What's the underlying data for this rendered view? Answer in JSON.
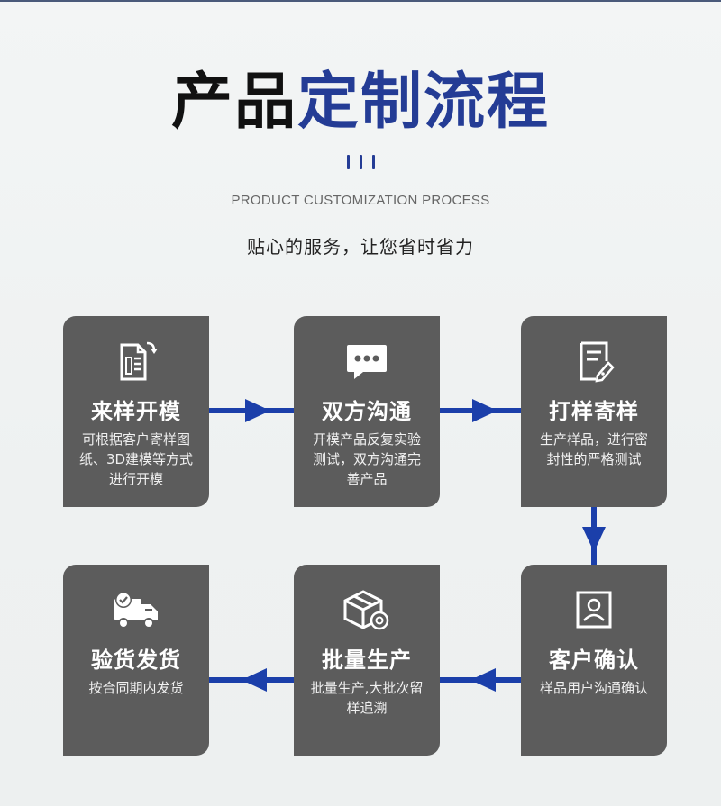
{
  "header": {
    "title_part1": "产品",
    "title_part2": "定制流程",
    "subtitle_en": "PRODUCT CUSTOMIZATION PROCESS",
    "subtitle_cn": "贴心的服务，让您省时省力"
  },
  "colors": {
    "card_bg": "#5c5c5c",
    "accent_blue": "#1b3faa",
    "title_blue": "#243c95"
  },
  "steps": [
    {
      "icon": "document-icon",
      "name": "来样开模",
      "desc": "可根据客户寄样图纸、3D建模等方式进行开模"
    },
    {
      "icon": "chat-bubble-icon",
      "name": "双方沟通",
      "desc": "开模产品反复实验测试，双方沟通完善产品"
    },
    {
      "icon": "edit-document-icon",
      "name": "打样寄样",
      "desc": "生产样品，进行密封性的严格测试"
    },
    {
      "icon": "delivery-truck-icon",
      "name": "验货发货",
      "desc": "按合同期内发货"
    },
    {
      "icon": "package-gear-icon",
      "name": "批量生产",
      "desc": "批量生产,大批次留样追溯"
    },
    {
      "icon": "id-card-icon",
      "name": "客户确认",
      "desc": "样品用户沟通确认"
    }
  ]
}
